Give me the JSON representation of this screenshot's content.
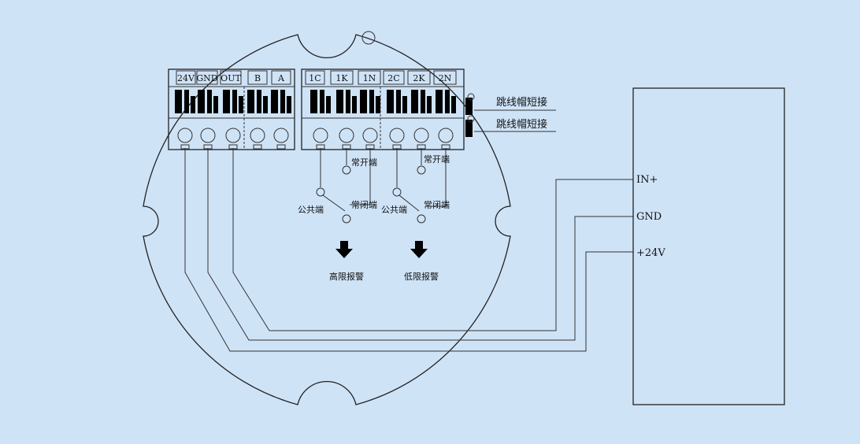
{
  "terminals_left": [
    "24V",
    "GND",
    "OUT",
    "B",
    "A"
  ],
  "terminals_right": [
    "1C",
    "1K",
    "1N",
    "2C",
    "2K",
    "2N"
  ],
  "jumper_labels": [
    "跳线帽短接",
    "跳线帽短接"
  ],
  "relay1": {
    "open_label": "常开端",
    "common_label": "公共端",
    "closed_label": "常闭端",
    "alarm_label": "高限报警"
  },
  "relay2": {
    "open_label": "常开端",
    "common_label": "公共端",
    "closed_label": "常闭端",
    "alarm_label": "低限报警"
  },
  "device_terminals": [
    "IN+",
    "GND",
    "+24V"
  ],
  "colors": {
    "background": "#cfe3f7",
    "line": "#222222",
    "block": "#000000"
  }
}
